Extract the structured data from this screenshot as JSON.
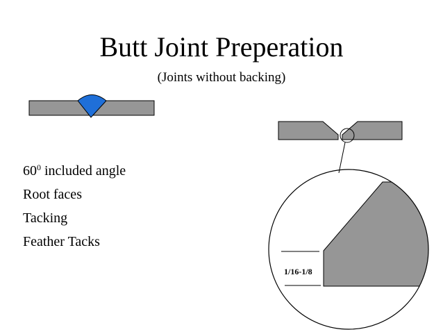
{
  "slide": {
    "title": "Butt Joint Preperation",
    "subtitle": "(Joints without backing)"
  },
  "bullets": [
    {
      "base": "60",
      "sup": "0",
      "rest": " included angle"
    },
    {
      "text": "Root faces"
    },
    {
      "text": "Tacking"
    },
    {
      "text": "Feather Tacks"
    }
  ],
  "diagram": {
    "dimension_label": "1/16-1/8"
  },
  "colors": {
    "plate": "#969696",
    "weld": "#1f6fd8",
    "outline": "#000000",
    "background": "#ffffff"
  }
}
